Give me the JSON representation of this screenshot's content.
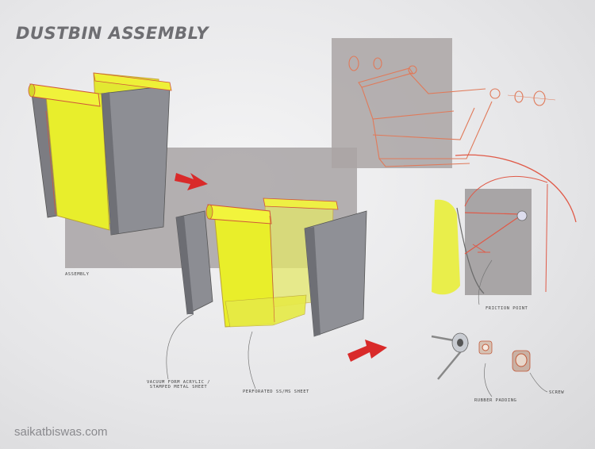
{
  "title": "DUSTBIN ASSEMBLY",
  "labels": {
    "assembly": "ASSEMBLY",
    "friction_point": "FRICTION POINT",
    "vacuum_line1": "VACUUM FORM ACRYLIC /",
    "vacuum_line2": "STAMPED METAL SHEET",
    "perforated": "PERFORATED SS/MS SHEET",
    "rubber_padding": "RUBBER PADDING",
    "screw": "SCREW"
  },
  "watermark": "saikatbiswas.com",
  "colors": {
    "yellow": "#e6ec2a",
    "grey_panel": "#8e8e93",
    "backdrop": "#a9a5a5",
    "sketch_red": "#d8553a",
    "arrow_red": "#d92a2a"
  }
}
